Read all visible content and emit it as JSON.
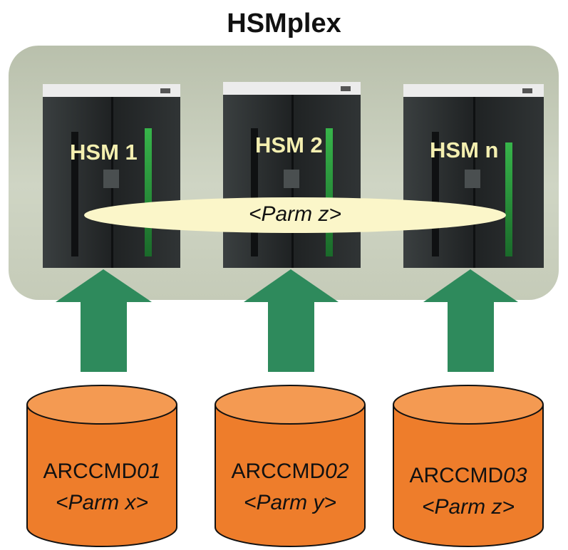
{
  "title": "HSMplex",
  "servers": [
    {
      "label": "HSM 1"
    },
    {
      "label": "HSM 2"
    },
    {
      "label": "HSM n"
    }
  ],
  "shared_parm": "<Parm z>",
  "datasets": [
    {
      "name_prefix": "ARCCMD",
      "name_suffix": "01",
      "parm": "<Parm x>"
    },
    {
      "name_prefix": "ARCCMD",
      "name_suffix": "02",
      "parm": "<Parm y>"
    },
    {
      "name_prefix": "ARCCMD",
      "name_suffix": "03",
      "parm": "<Parm z>"
    }
  ],
  "colors": {
    "plex_background": "#c7cdb9",
    "server_body": "#2b2f30",
    "server_led": "#2faa3a",
    "shared_parm_fill": "#fbf6c9",
    "server_label": "#f4efb0",
    "arrow": "#2e8a5c",
    "cylinder_fill": "#ee7d2b",
    "cylinder_top": "#f49a52",
    "cylinder_stroke": "#111111"
  }
}
